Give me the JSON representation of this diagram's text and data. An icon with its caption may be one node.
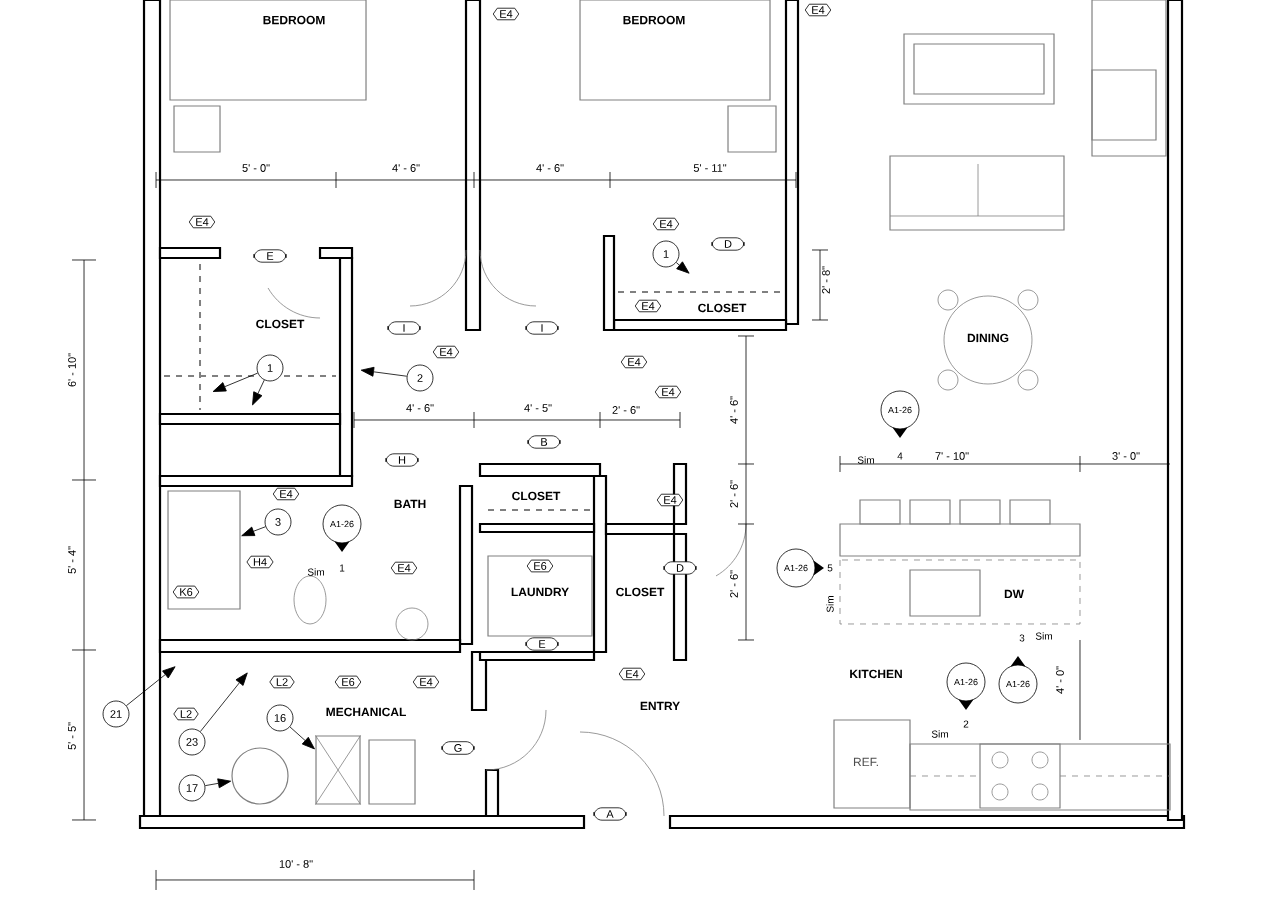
{
  "diagram": {
    "nodes": [
      {
        "text": [
          "1"
        ]
      },
      {
        "text": [
          "1"
        ]
      },
      {
        "text": [
          "2"
        ]
      },
      {
        "text": [
          "3"
        ]
      },
      {
        "text": [
          "21"
        ]
      },
      {
        "text": [
          "16"
        ]
      },
      {
        "text": [
          "23"
        ]
      },
      {
        "text": [
          "17"
        ]
      },
      {
        "text": [],
        "shape": "box"
      },
      {
        "text": [],
        "shape": "box"
      },
      {
        "text": [],
        "shape": "circle"
      },
      {
        "text": [],
        "shape": "box"
      }
    ],
    "edges": [
      {
        "from": 0,
        "to": null,
        "arrow": "to"
      },
      {
        "from": 1,
        "to": null,
        "arrow": "to"
      },
      {
        "from": 1,
        "to": null,
        "arrow": "to"
      },
      {
        "from": 2,
        "to": null,
        "arrow": "to"
      },
      {
        "from": 3,
        "to": 8,
        "arrow": "to"
      },
      {
        "from": 4,
        "to": null,
        "arrow": "to"
      },
      {
        "from": 5,
        "to": 9,
        "arrow": "to"
      },
      {
        "from": 6,
        "to": null,
        "arrow": "to"
      },
      {
        "from": 7,
        "to": 10,
        "arrow": "to"
      }
    ],
    "labels": [
      "BEDROOM",
      "E4",
      "BEDROOM",
      "E4",
      "5' - 0\"",
      "4' - 6\"",
      "4' - 6\"",
      "5' - 11\"",
      "E4",
      "E",
      "E4",
      "D",
      "CLOSET",
      "I",
      "I",
      "E4",
      "CLOSET",
      "2' - 8\"",
      "DINING",
      "6' - 10\"",
      "E4",
      "E4",
      "4' - 6\"",
      "4' - 5\"",
      "2' - 6\"",
      "E4",
      "4' - 6\"",
      "A1-26",
      "H",
      "B",
      "Sim",
      "4",
      "7' - 10\"",
      "3' - 0\"",
      "E4",
      "BATH",
      "CLOSET",
      "E4",
      "2' - 6\"",
      "A1-26",
      "5' - 4\"",
      "H4",
      "Sim",
      "1",
      "E4",
      "E6",
      "D",
      "A1-26",
      "5",
      "K6",
      "LAUNDRY",
      "CLOSET",
      "2' - 6\"",
      "Sim",
      "DW",
      "E",
      "3",
      "Sim",
      "L2",
      "E6",
      "E4",
      "E4",
      "KITCHEN",
      "A1-26",
      "A1-26",
      "4' - 0\"",
      "5' - 5\"",
      "L2",
      "MECHANICAL",
      "ENTRY",
      "Sim",
      "2",
      "G",
      "REF.",
      "A",
      "10' - 8\""
    ]
  }
}
